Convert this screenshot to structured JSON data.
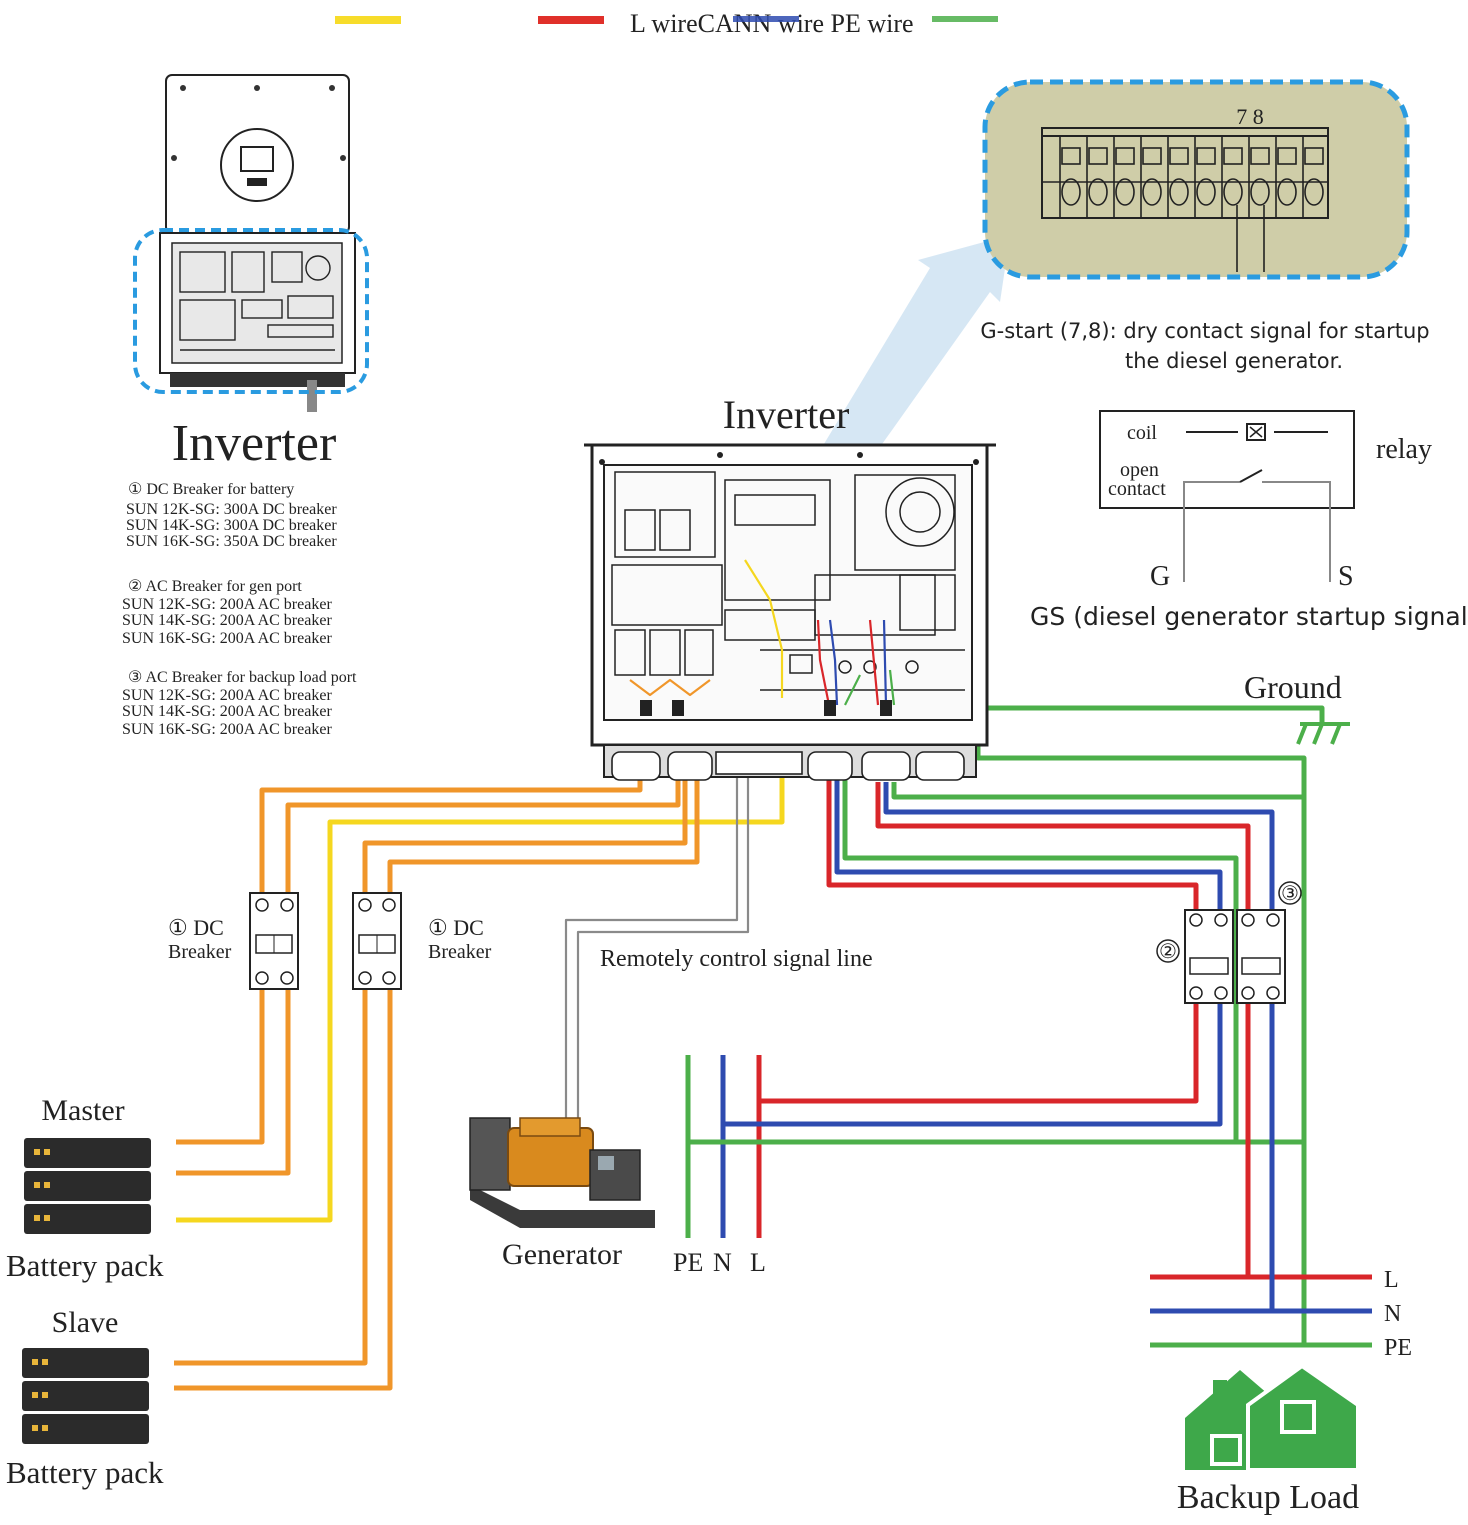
{
  "legend": {
    "items": [
      {
        "label": "",
        "color": "#F7DC2A"
      },
      {
        "label": "",
        "color": "#E0302A"
      }
    ],
    "overlay_text_1": "L wire",
    "overlay_text_2": "CAN",
    "overlay_text_3": "N wire",
    "overlay_text_4": "PE wire"
  },
  "colors": {
    "yellow": "#F5D71F",
    "orange": "#F0962A",
    "red": "#D9262A",
    "blue": "#2E4BB0",
    "green": "#4CAF4A",
    "gray": "#8a8a8a",
    "dashed_blue": "#2A9BE0",
    "house": "#3EA84A"
  },
  "left_inverter": {
    "title": "Inverter",
    "notes": [
      {
        "heading": "① DC Breaker for battery",
        "lines": [
          "SUN 12K-SG: 300A DC breaker",
          "SUN 14K-SG: 300A DC breaker",
          "SUN 16K-SG: 350A DC breaker"
        ]
      },
      {
        "heading": "② AC Breaker for gen port",
        "lines": [
          "SUN 12K-SG: 200A AC breaker",
          "SUN 14K-SG: 200A AC breaker",
          "SUN 16K-SG: 200A AC breaker"
        ]
      },
      {
        "heading": "③ AC Breaker for backup load port",
        "lines": [
          "SUN 12K-SG: 200A AC breaker",
          "SUN 14K-SG: 200A AC breaker",
          "SUN 16K-SG: 200A AC breaker"
        ]
      }
    ]
  },
  "terminal": {
    "numbers": "7 8",
    "caption_line1": "G-start (7,8): dry contact signal for startup",
    "caption_line2": "the diesel generator."
  },
  "main_inverter_label": "Inverter",
  "relay": {
    "coil": "coil",
    "open": "open",
    "contact": "contact",
    "label": "relay",
    "g": "G",
    "s": "S",
    "caption": "GS (diesel generator startup signal)"
  },
  "ground_label": "Ground",
  "breakers": {
    "dc1_line1": "① DC",
    "dc1_line2": "Breaker",
    "dc2_line1": "① DC",
    "dc2_line2": "Breaker",
    "ac2": "②",
    "ac3": "③"
  },
  "remote_signal": "Remotely control signal line",
  "batteries": {
    "master": "Master",
    "master_caption": "Battery pack",
    "slave": "Slave",
    "slave_caption": "Battery pack"
  },
  "generator": {
    "label": "Generator",
    "pe": "PE",
    "n": "N",
    "l": "L"
  },
  "load_bus": {
    "l": "L",
    "n": "N",
    "pe": "PE"
  },
  "backup_load": "Backup Load"
}
